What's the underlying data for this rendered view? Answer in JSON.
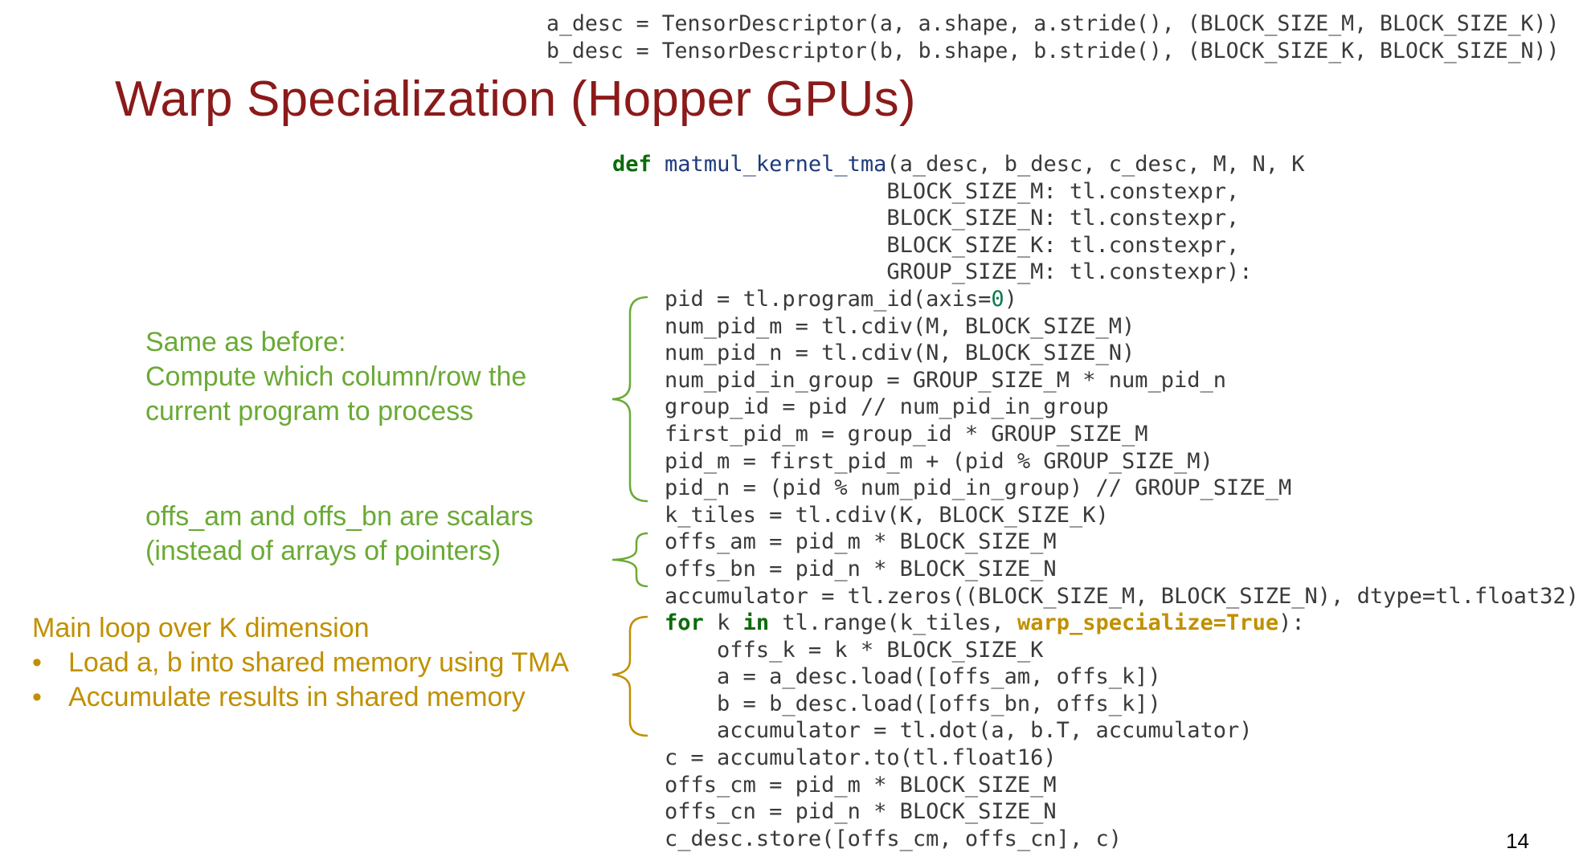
{
  "top_code": [
    "a_desc = TensorDescriptor(a, a.shape, a.stride(), (BLOCK_SIZE_M, BLOCK_SIZE_K))",
    "b_desc = TensorDescriptor(b, b.shape, b.stride(), (BLOCK_SIZE_K, BLOCK_SIZE_N))"
  ],
  "title": "Warp Specialization (Hopper GPUs)",
  "code": {
    "def_keyword": "def",
    "function_name": "matmul_kernel_tma",
    "signature_rest": "(a_desc, b_desc, c_desc, M, N, K",
    "params": [
      "BLOCK_SIZE_M: tl.constexpr,",
      "BLOCK_SIZE_N: tl.constexpr,",
      "BLOCK_SIZE_K: tl.constexpr,",
      "GROUP_SIZE_M: tl.constexpr):"
    ],
    "pid_line_prefix": "pid = tl.program_id(axis=",
    "pid_line_number": "0",
    "pid_line_suffix": ")",
    "block1": [
      "num_pid_m = tl.cdiv(M, BLOCK_SIZE_M)",
      "num_pid_n = tl.cdiv(N, BLOCK_SIZE_N)",
      "num_pid_in_group = GROUP_SIZE_M * num_pid_n",
      "group_id = pid // num_pid_in_group",
      "first_pid_m = group_id * GROUP_SIZE_M",
      "pid_m = first_pid_m + (pid % GROUP_SIZE_M)",
      "pid_n = (pid % num_pid_in_group) // GROUP_SIZE_M",
      "k_tiles = tl.cdiv(K, BLOCK_SIZE_K)",
      "offs_am = pid_m * BLOCK_SIZE_M",
      "offs_bn = pid_n * BLOCK_SIZE_N",
      "accumulator = tl.zeros((BLOCK_SIZE_M, BLOCK_SIZE_N), dtype=tl.float32)"
    ],
    "for_keyword": "for",
    "for_var": " k ",
    "in_keyword": "in",
    "for_range": " tl.range(k_tiles, ",
    "for_highlight": "warp_specialize=True",
    "for_end": "):",
    "loop_body": [
      "offs_k = k * BLOCK_SIZE_K",
      "a = a_desc.load([offs_am, offs_k])",
      "b = b_desc.load([offs_bn, offs_k])",
      "accumulator = tl.dot(a, b.T, accumulator)"
    ],
    "tail": [
      "c = accumulator.to(tl.float16)",
      "offs_cm = pid_m * BLOCK_SIZE_M",
      "offs_cn = pid_n * BLOCK_SIZE_N",
      "c_desc.store([offs_cm, offs_cn], c)"
    ]
  },
  "annotations": {
    "note1": [
      "Same as before:",
      "Compute which column/row the",
      "current program to process"
    ],
    "note2": [
      "offs_am and offs_bn are scalars",
      "(instead of arrays of pointers)"
    ],
    "note3_heading": "Main loop over K dimension",
    "note3_bullets": [
      "Load a, b into shared memory using TMA",
      "Accumulate results in shared memory"
    ],
    "bullet_char": "•"
  },
  "colors": {
    "title": "#8b1a1a",
    "green_notes": "#6aaa35",
    "gold_notes": "#c09000",
    "keyword": "#0b6b0b",
    "function": "#1f3a7a"
  },
  "page_number": "14"
}
